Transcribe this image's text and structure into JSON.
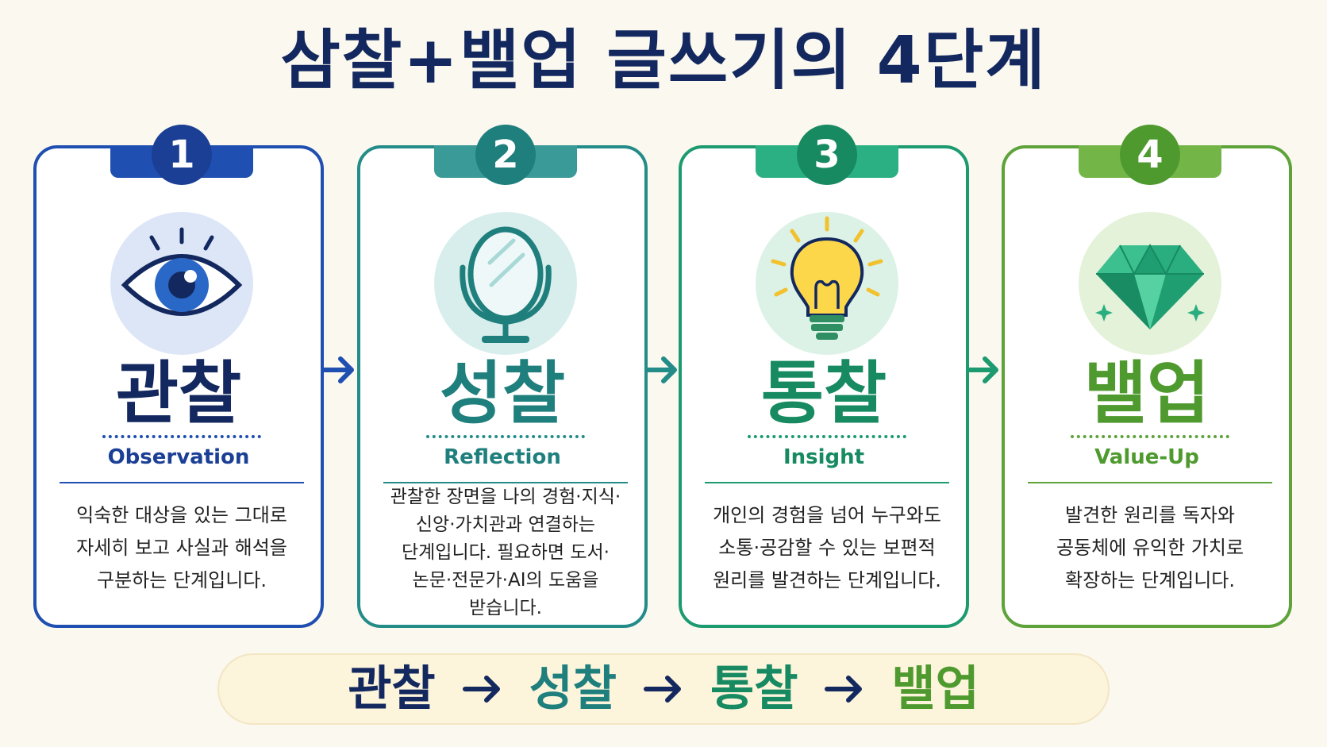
{
  "title": "삼찰+밸업 글쓰기의 4단계",
  "colors": {
    "navy": "#13285e",
    "step1": "#1f4fb0",
    "step2": "#238c89",
    "step3": "#1c9a70",
    "step4": "#5da33a"
  },
  "steps": [
    {
      "number": "1",
      "name": "관찰",
      "english": "Observation",
      "icon": "eye-icon",
      "description": [
        "익숙한 대상을 있는 그대로",
        "자세히 보고 사실과 해석을",
        "구분하는 단계입니다."
      ]
    },
    {
      "number": "2",
      "name": "성찰",
      "english": "Reflection",
      "icon": "mirror-icon",
      "description": [
        "관찰한 장면을 나의 경험·지식·",
        "신앙·가치관과 연결하는",
        "단계입니다. 필요하면 도서·",
        "논문·전문가·AI의 도움을",
        "받습니다."
      ]
    },
    {
      "number": "3",
      "name": "통찰",
      "english": "Insight",
      "icon": "lightbulb-icon",
      "description": [
        "개인의 경험을 넘어 누구와도",
        "소통·공감할 수 있는 보편적",
        "원리를 발견하는 단계입니다."
      ]
    },
    {
      "number": "4",
      "name": "밸업",
      "english": "Value-Up",
      "icon": "diamond-icon",
      "description": [
        "발견한 원리를 독자와",
        "공동체에 유익한 가치로",
        "확장하는 단계입니다."
      ]
    }
  ],
  "flow": [
    "관찰",
    "성찰",
    "통찰",
    "밸업"
  ]
}
